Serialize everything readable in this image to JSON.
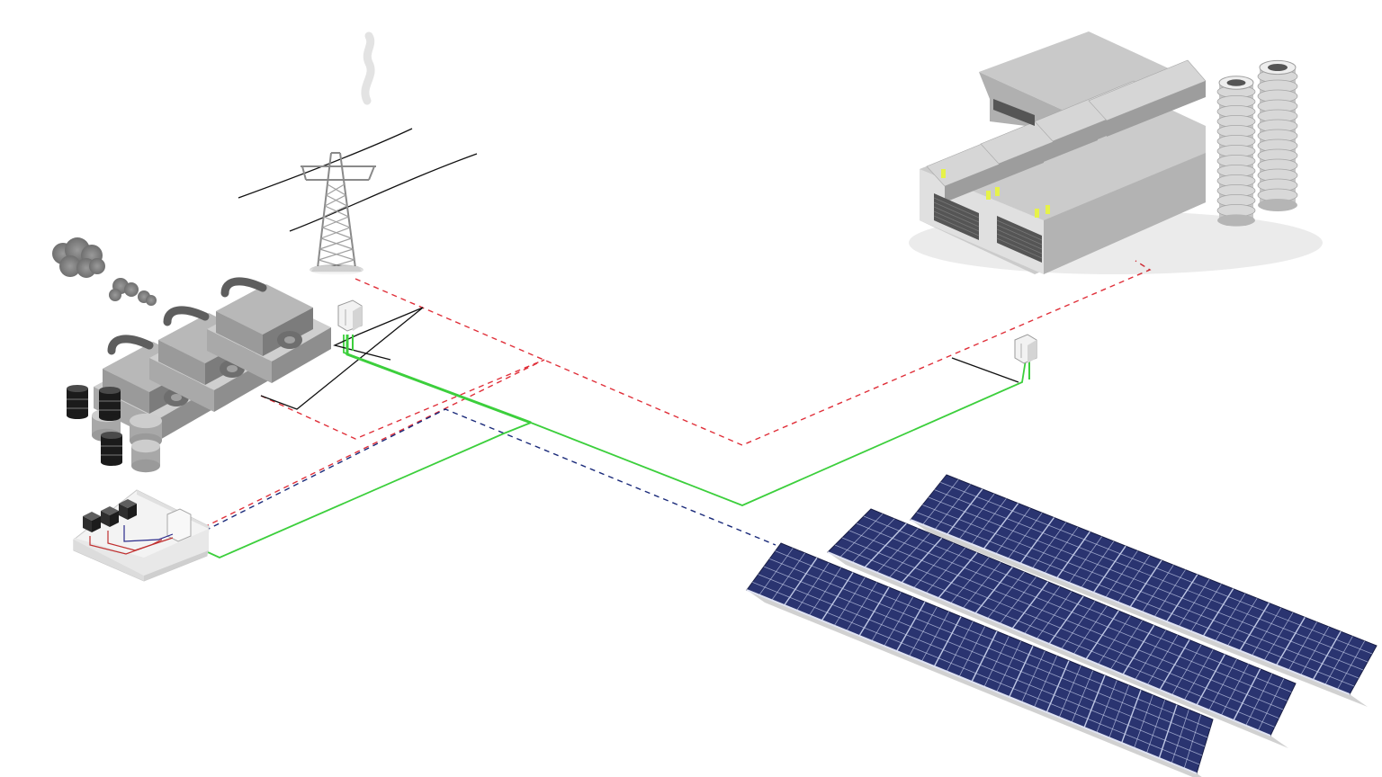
{
  "diagram": {
    "nodes": [
      {
        "id": "transmission-tower",
        "icon": "transmission-tower-icon"
      },
      {
        "id": "diesel-generators",
        "icon": "diesel-generator-icon"
      },
      {
        "id": "fuel-barrels",
        "icon": "oil-barrel-icon"
      },
      {
        "id": "control-room",
        "icon": "electrical-room-icon"
      },
      {
        "id": "factory",
        "icon": "factory-icon"
      },
      {
        "id": "solar-farm",
        "icon": "solar-panel-icon"
      },
      {
        "id": "junction-box-grid",
        "icon": "junction-box-icon"
      },
      {
        "id": "junction-box-factory",
        "icon": "junction-box-icon"
      }
    ],
    "links": [
      {
        "style": "red-dashed",
        "from": "transmission-tower",
        "to": "factory"
      },
      {
        "style": "red-dashed",
        "from": "diesel-generators",
        "to": "control-room"
      },
      {
        "style": "blue-dashed",
        "from": "control-room",
        "to": "solar-farm"
      },
      {
        "style": "green-solid",
        "from": "junction-box-grid",
        "to": "junction-box-factory"
      },
      {
        "style": "green-solid",
        "from": "control-room",
        "to": "junction-box-grid"
      },
      {
        "style": "black-solid",
        "from": "diesel-generators",
        "to": "junction-box-grid"
      },
      {
        "style": "black-solid",
        "from": "junction-box-factory",
        "to": "factory"
      }
    ]
  },
  "colors": {
    "red_dashed": "#e0303a",
    "blue_dashed": "#1a2a7a",
    "green_solid": "#3ccf3c",
    "black_solid": "#111111",
    "panel_blue": "#2a3470",
    "panel_grid": "#c8d0ec",
    "building_light": "#d9d9d9",
    "building_mid": "#bdbdbd",
    "building_dark": "#8f8f8f",
    "window_yellow": "#e6f24a"
  }
}
